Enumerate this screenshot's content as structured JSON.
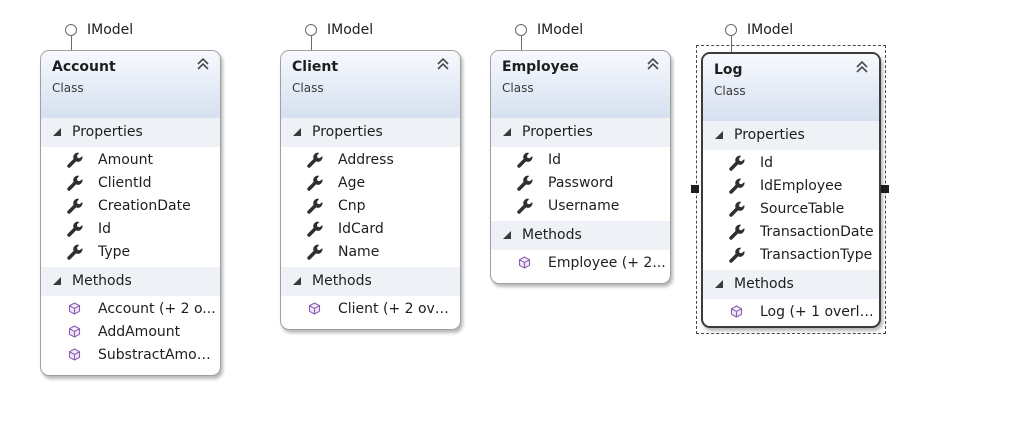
{
  "classes": [
    {
      "name": "Account",
      "kind": "Class",
      "interface": "IModel",
      "sections": [
        {
          "label": "Properties",
          "items": [
            "Amount",
            "ClientId",
            "CreationDate",
            "Id",
            "Type"
          ]
        },
        {
          "label": "Methods",
          "items": [
            "Account (+ 2 o...",
            "AddAmount",
            "SubstractAmou..."
          ]
        }
      ]
    },
    {
      "name": "Client",
      "kind": "Class",
      "interface": "IModel",
      "sections": [
        {
          "label": "Properties",
          "items": [
            "Address",
            "Age",
            "Cnp",
            "IdCard",
            "Name"
          ]
        },
        {
          "label": "Methods",
          "items": [
            "Client (+ 2 over..."
          ]
        }
      ]
    },
    {
      "name": "Employee",
      "kind": "Class",
      "interface": "IModel",
      "sections": [
        {
          "label": "Properties",
          "items": [
            "Id",
            "Password",
            "Username"
          ]
        },
        {
          "label": "Methods",
          "items": [
            "Employee (+ 2..."
          ]
        }
      ]
    },
    {
      "name": "Log",
      "kind": "Class",
      "interface": "IModel",
      "selected": true,
      "sections": [
        {
          "label": "Properties",
          "items": [
            "Id",
            "IdEmployee",
            "SourceTable",
            "TransactionDate",
            "TransactionType"
          ]
        },
        {
          "label": "Methods",
          "items": [
            "Log (+ 1 overlo..."
          ]
        }
      ]
    }
  ],
  "icons": {
    "property": "wrench-icon",
    "method": "method-cube-icon",
    "collapse": "double-chevron-up-icon",
    "section_toggle": "expanded-triangle-icon"
  },
  "colors": {
    "header_gradient_top": "#f7f9fd",
    "header_gradient_bottom": "#d6e0f0",
    "section_band": "#eef1f6",
    "border": "#a0a0a0",
    "method_icon": "#8a5fb0"
  }
}
